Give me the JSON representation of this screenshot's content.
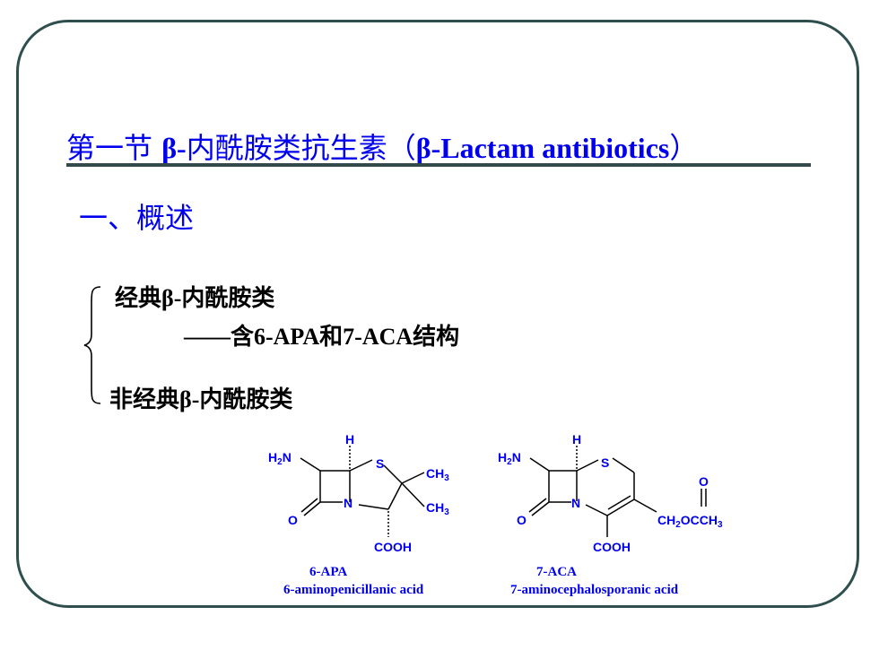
{
  "slide": {
    "title_part1": "第一节 ",
    "title_beta": "β-",
    "title_part2": "内酰胺类抗生素",
    "title_paren_open": "（",
    "title_latin": "β-Lactam antibiotics",
    "title_paren_close": "）",
    "subtitle": "一、概述"
  },
  "list": {
    "item1": "经典β-内酰胺类",
    "item1_detail": "——含6-APA和7-ACA结构",
    "item2": "非经典β-内酰胺类"
  },
  "structures": {
    "apa": {
      "atoms": {
        "h2n": "H2N",
        "h": "H",
        "s": "S",
        "n": "N",
        "o": "O",
        "ch3_top": "CH3",
        "ch3_bottom": "CH3",
        "cooh": "COOH"
      },
      "caption_short": "6-APA",
      "caption_full": "6-aminopenicillanic acid"
    },
    "aca": {
      "atoms": {
        "h2n": "H2N",
        "h": "H",
        "s": "S",
        "n": "N",
        "o": "O",
        "o_carbonyl": "O",
        "side_chain": "CH2OCCH3",
        "cooh": "COOH"
      },
      "caption_short": "7-ACA",
      "caption_full": "7-aminocephalosporanic acid"
    }
  },
  "colors": {
    "title": "#0000ee",
    "frame": "#2f4f4f",
    "text": "#000000",
    "chem": "#0000ee"
  }
}
